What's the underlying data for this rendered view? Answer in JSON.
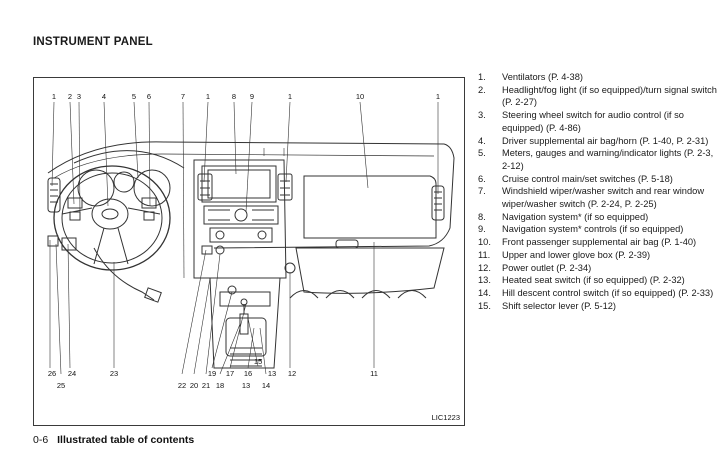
{
  "header": {
    "title": "INSTRUMENT PANEL"
  },
  "figure": {
    "code": "LIC1223",
    "top_callouts": [
      "1",
      "2",
      "3",
      "4",
      "5",
      "6",
      "7",
      "1",
      "8",
      "9",
      "1",
      "10",
      "1"
    ],
    "bottom_callouts": [
      "26",
      "24",
      "25",
      "23",
      "22",
      "20",
      "21",
      "19",
      "18",
      "17",
      "16",
      "15",
      "13",
      "13",
      "14",
      "12",
      "11"
    ]
  },
  "items": [
    {
      "num": "1.",
      "text": "Ventilators (P. 4-38)"
    },
    {
      "num": "2.",
      "text": "Headlight/fog light (if so equipped)/turn signal switch (P. 2-27)"
    },
    {
      "num": "3.",
      "text": "Steering wheel switch for audio control (if so equipped) (P. 4-86)"
    },
    {
      "num": "4.",
      "text": "Driver supplemental air bag/horn (P. 1-40, P. 2-31)"
    },
    {
      "num": "5.",
      "text": "Meters, gauges and warning/indicator lights (P. 2-3, 2-12)"
    },
    {
      "num": "6.",
      "text": "Cruise control main/set switches (P. 5-18)"
    },
    {
      "num": "7.",
      "text": "Windshield wiper/washer switch and rear window wiper/washer switch (P. 2-24, P. 2-25)"
    },
    {
      "num": "8.",
      "text": "Navigation system* (if so equipped)"
    },
    {
      "num": "9.",
      "text": "Navigation system* controls (if so equipped)"
    },
    {
      "num": "10.",
      "text": "Front passenger supplemental air bag (P. 1-40)"
    },
    {
      "num": "11.",
      "text": "Upper and lower glove box (P. 2-39)"
    },
    {
      "num": "12.",
      "text": "Power outlet (P. 2-34)"
    },
    {
      "num": "13.",
      "text": "Heated seat switch (if so equipped) (P. 2-32)"
    },
    {
      "num": "14.",
      "text": "Hill descent control switch (if so equipped) (P. 2-33)"
    },
    {
      "num": "15.",
      "text": "Shift selector lever (P. 5-12)"
    }
  ],
  "footer": {
    "page": "0-6",
    "section": "Illustrated table of contents"
  }
}
